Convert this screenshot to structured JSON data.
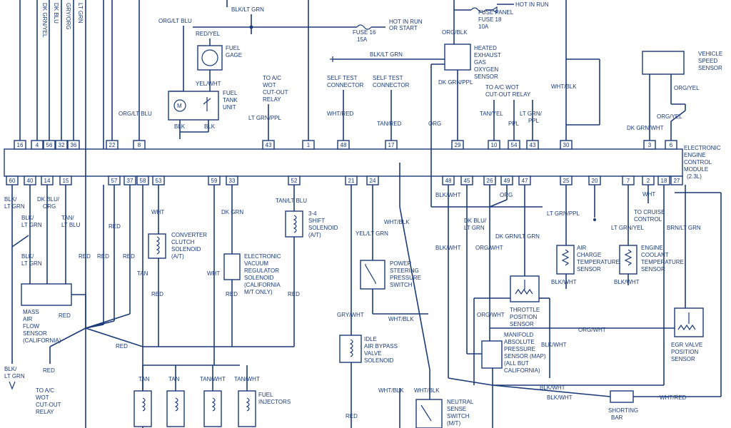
{
  "ecm": {
    "label": [
      "ELECTRONIC",
      "ENGINE",
      "CONTROL",
      "MODULE",
      "(2.3L)"
    ]
  },
  "top_pins": [
    "16",
    "4",
    "56",
    "32",
    "36",
    "22",
    "8",
    "43",
    "1",
    "48",
    "17",
    "29",
    "10",
    "54",
    "43",
    "30",
    "3",
    "6"
  ],
  "bottom_pins": [
    "60",
    "40",
    "14",
    "15",
    "57",
    "37",
    "58",
    "53",
    "59",
    "33",
    "52",
    "21",
    "24",
    "48",
    "45",
    "26",
    "49",
    "47",
    "25",
    "20",
    "7",
    "2",
    "18",
    "27"
  ],
  "top_wires": [
    "DK GRN/YEL",
    "DK BLU",
    "GRY/ORG",
    "LT GRN"
  ],
  "labels": {
    "blk_lt_grn_top": "BLK/LT GRN",
    "org_lt_blu": "ORG/LT BLU",
    "red_yel": "RED/YEL",
    "fuel_gage": [
      "FUEL",
      "GAGE"
    ],
    "yel_wht": "YEL/WHT",
    "fuel_tank_unit": [
      "FUEL",
      "TANK",
      "UNIT"
    ],
    "blk1": "BLK",
    "blk2": "BLK",
    "hot_run_start": [
      "HOT IN RUN",
      "OR START"
    ],
    "fuse16": [
      "FUSE 16",
      "15A"
    ],
    "blk_lt_grn_mid": "BLK/LT GRN",
    "to_ac_wot": [
      "TO A/C",
      "WOT",
      "CUT-OUT",
      "RELAY"
    ],
    "lt_grn_ppl": "LT GRN/PPL",
    "self_test_1": [
      "SELF TEST",
      "CONNECTOR"
    ],
    "self_test_2": [
      "SELF TEST",
      "CONNECTOR"
    ],
    "wht_red": "WHT/RED",
    "tan_red": "TAN/RED",
    "fuse_panel": [
      "FUSE PANEL",
      "FUSE 18",
      "10A"
    ],
    "hot_in_run": "HOT IN RUN",
    "org_blk": "ORG/BLK",
    "heated_o2": [
      "HEATED",
      "EXHAUST",
      "GAS",
      "OXYGEN",
      "SENSOR"
    ],
    "dk_grn_ppl": "DK GRN/PPL",
    "to_ac_wot2": [
      "TO A/C WOT",
      "CUT-OUT RELAY"
    ],
    "tan_yel": "TAN/YEL",
    "ppl": "PPL",
    "lt_grn_ppl2": [
      "LT GRN/",
      "PPL"
    ],
    "org": "ORG",
    "wht_blk": "WHT/BLK",
    "vss": [
      "VEHICLE",
      "SPEED",
      "SENSOR"
    ],
    "org_yel": "ORG/YEL",
    "org_yel2": "ORG/YEL",
    "dk_grn_wht": "DK GRN/WHT",
    "blk_lt_grn_l": [
      "BLK/",
      "LT GRN"
    ],
    "blk_lt_grn_l2": [
      "BLK/",
      "LT GRN"
    ],
    "blk_lt_grn_l3": [
      "BLK/",
      "LT GRN"
    ],
    "dk_blu_org": [
      "DK BLU/",
      "ORG"
    ],
    "tan_lt_blu": [
      "TAN/",
      "LT BLU"
    ],
    "maf": [
      "MASS",
      "AIR",
      "FLOW",
      "SENSOR",
      "(CALIFORNIA)"
    ],
    "red": "RED",
    "wht": "WHT",
    "tan": "TAN",
    "dk_grn": "DK GRN",
    "converter": [
      "CONVERTER",
      "CLUTCH",
      "SOLENOID",
      "(A/T)"
    ],
    "evr": [
      "ELECTRONIC",
      "VACUUM",
      "REGULATOR",
      "SOLENOID",
      "(CALIFORNIA",
      "M/T ONLY)"
    ],
    "tan_lt_blu2": "TAN/LT BLU",
    "shift34": [
      "3-4",
      "SHIFT",
      "SOLENOID",
      "(A/T)"
    ],
    "yel_lt_grn": "YEL/LT GRN",
    "ps_switch": [
      "POWER",
      "STEERING",
      "PRESSURE",
      "SWITCH"
    ],
    "gry_wht": "GRY/WHT",
    "wht_blk2": "WHT/BLK",
    "iab": [
      "IDLE",
      "AIR BYPASS",
      "VALVE",
      "SOLENOID"
    ],
    "to_ac_wot3": [
      "TO A/C",
      "WOT",
      "CUT-OUT",
      "RELAY"
    ],
    "tan_wht": "TAN/WHT",
    "fuel_inj": [
      "FUEL",
      "INJECTORS"
    ],
    "blk_wht": "BLK/WHT",
    "dk_blu_lt_grn": [
      "DK BLU/",
      "LT GRN"
    ],
    "org_wht": "ORG/WHT",
    "dk_grn_lt_grn": "DK GRN/LT GRN",
    "lt_grn_ppl3": "LT GRN/PPL",
    "acts": [
      "AIR",
      "CHARGE",
      "TEMPERATURE",
      "SENSOR"
    ],
    "tps": [
      "THROTTLE",
      "POSITION",
      "SENSOR"
    ],
    "map": [
      "MANIFOLD",
      "ABSOLUTE",
      "PRESSURE",
      "SENSOR (MAP)",
      "(ALL BUT",
      "CALIFORNIA)"
    ],
    "to_cruise": [
      "TO CRUISE",
      "CONTROL"
    ],
    "lt_grn_yel": "LT GRN/YEL",
    "brn_lt_grn": "BRN/LT GRN",
    "ect": [
      "ENGINE",
      "COOLANT",
      "TEMPERATURE",
      "SENSOR"
    ],
    "egr": [
      "EGR VALVE",
      "POSITION",
      "SENSOR"
    ],
    "shorting_bar": [
      "SHORTING",
      "BAR"
    ],
    "nss": [
      "NEUTRAL",
      "SENSE",
      "SWITCH",
      "(M/T)"
    ],
    "wht_red2": "WHT/RED"
  }
}
